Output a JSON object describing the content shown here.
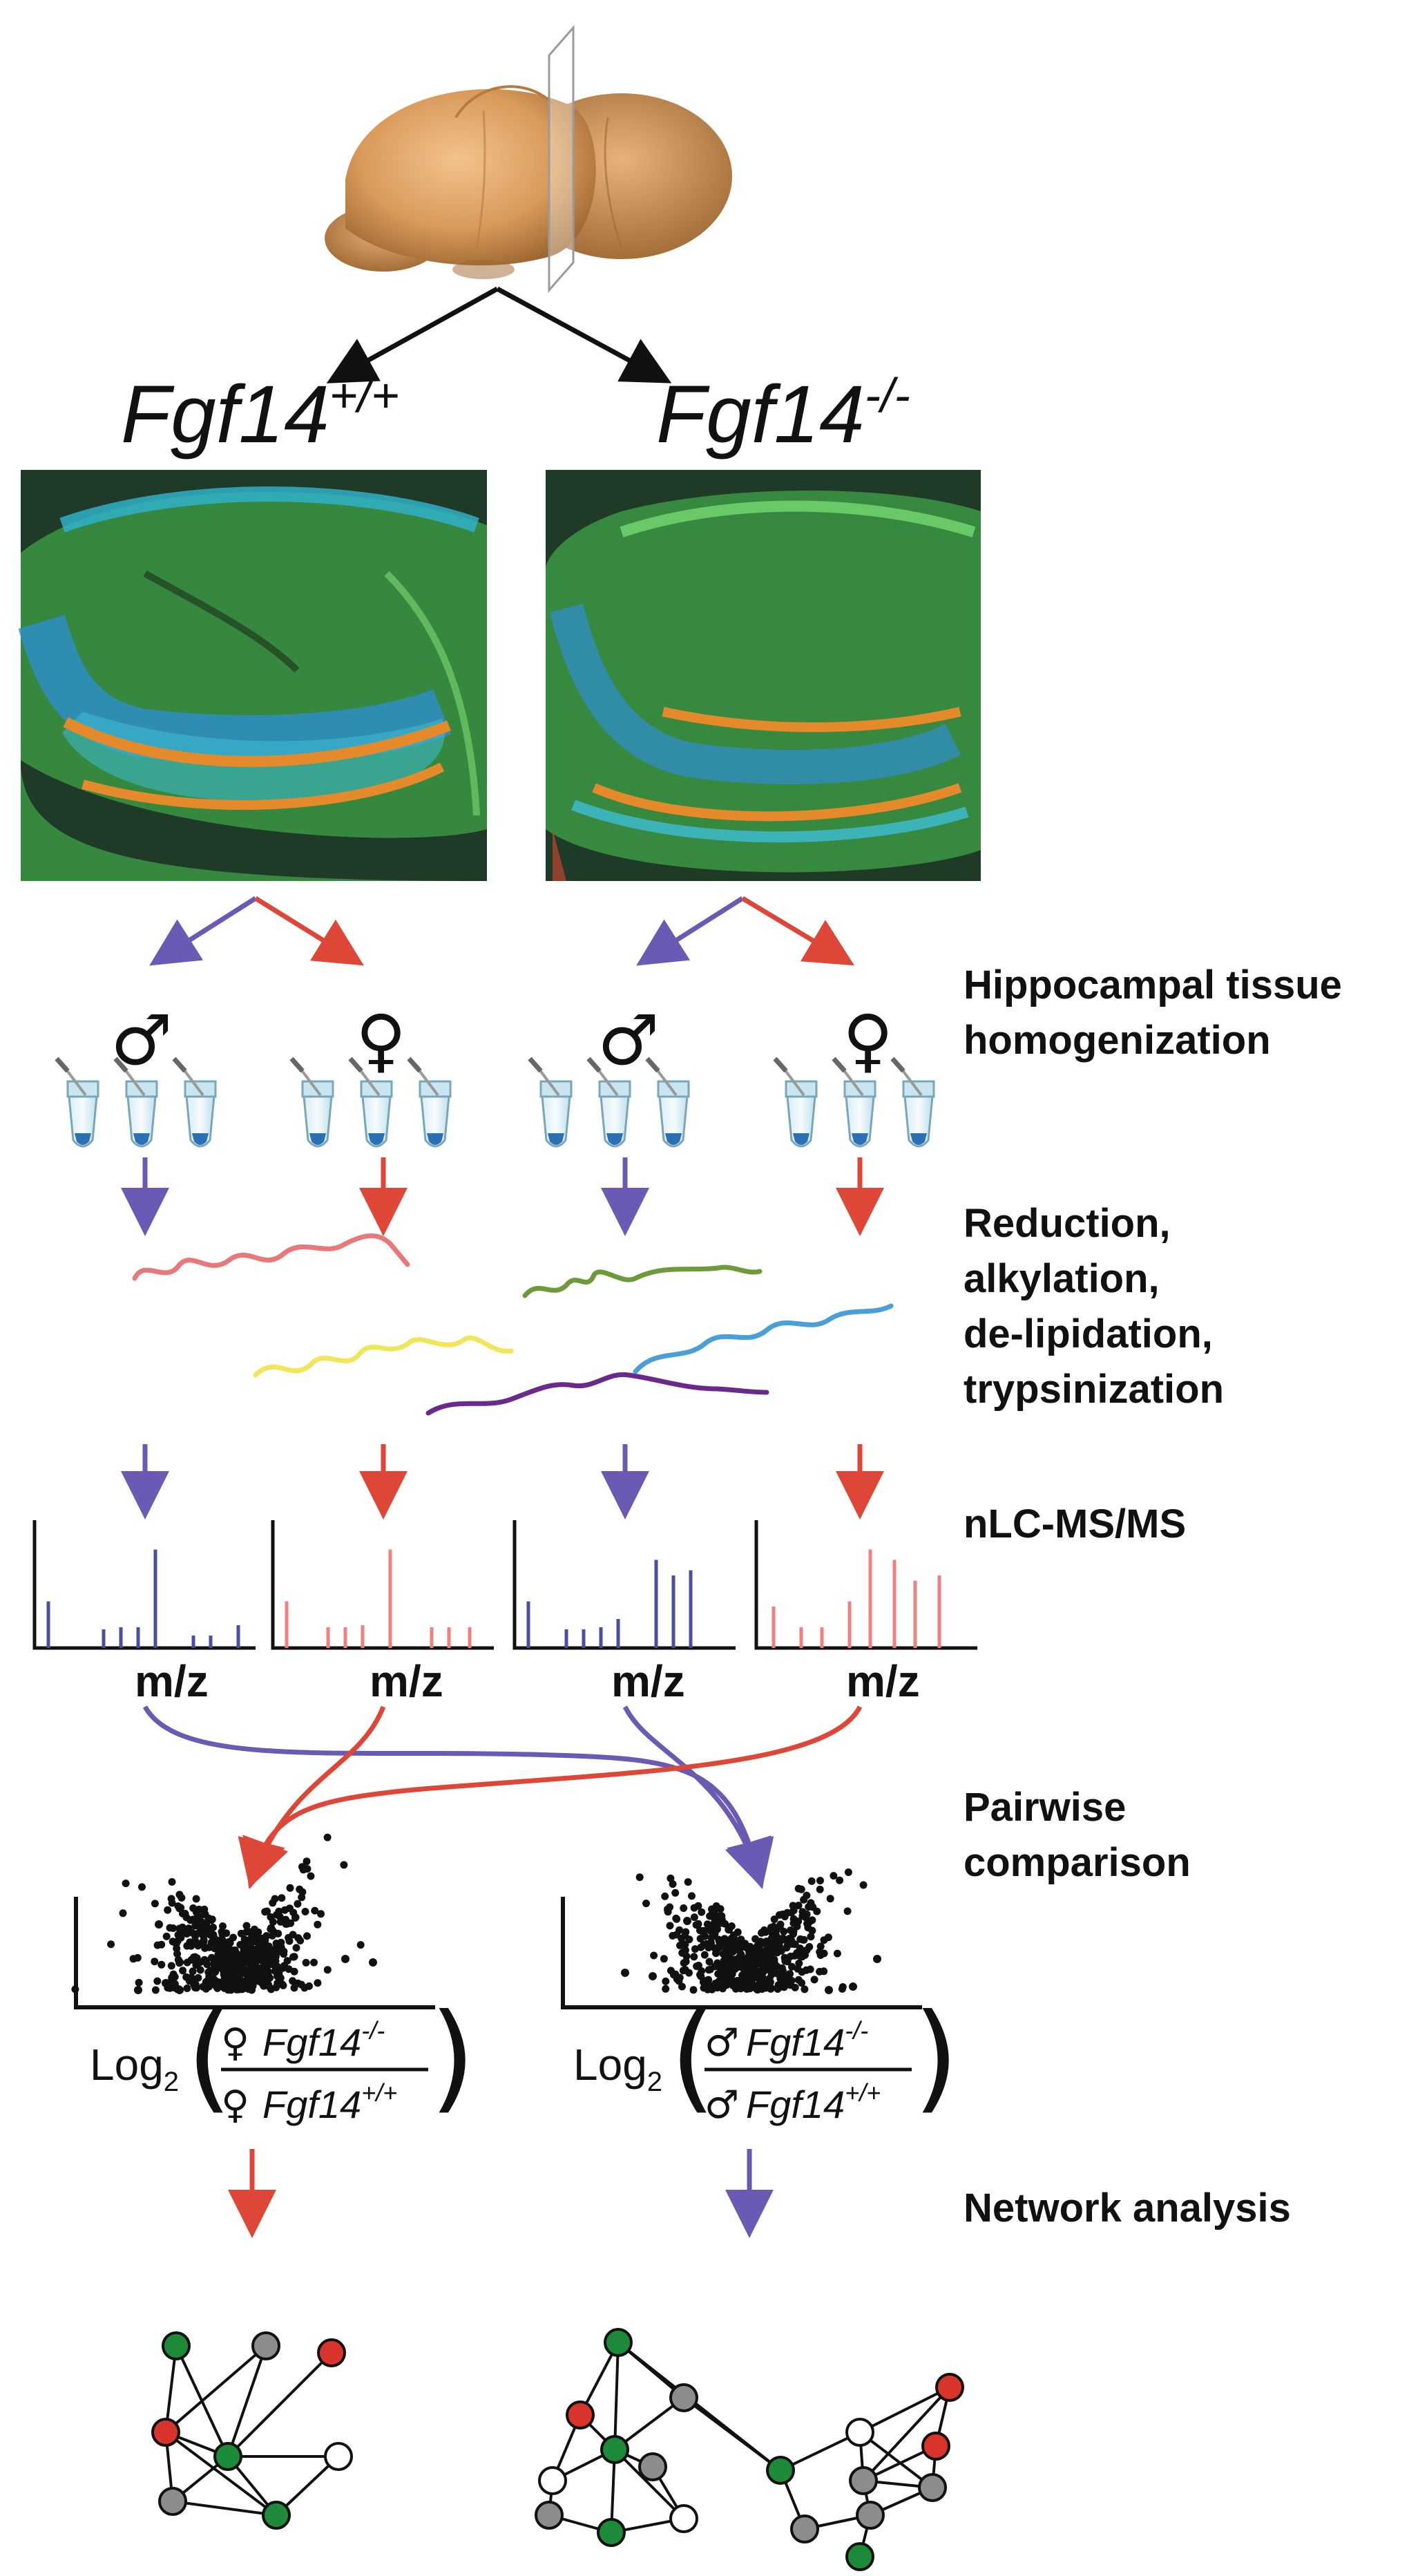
{
  "genotypes": {
    "wt": {
      "base": "Fgf14",
      "sup": "+/+"
    },
    "ko": {
      "base": "Fgf14",
      "sup": "-/-"
    }
  },
  "steps": {
    "homog_1": "Hippocampal tissue",
    "homog_2": "homogenization",
    "reduction_1": "Reduction,",
    "reduction_2": "alkylation,",
    "reduction_3": "de-lipidation,",
    "reduction_4": "trypsinization",
    "ms": "nLC-MS/MS",
    "pairwise_1": "Pairwise",
    "pairwise_2": "comparison",
    "network": "Network analysis"
  },
  "sexes": {
    "male": "♂",
    "female": "♀"
  },
  "spectra_axis_label": "m/z",
  "log_labels": {
    "prefix": "Log",
    "base": "2",
    "female": {
      "sym": "♀",
      "num_base": "Fgf14",
      "num_sup": "-/-",
      "den_base": "Fgf14",
      "den_sup": "+/+"
    },
    "male": {
      "sym": "♂",
      "num_base": "Fgf14",
      "num_sup": "-/-",
      "den_base": "Fgf14",
      "den_sup": "+/+"
    }
  },
  "colors": {
    "male": "#6a5ab3",
    "female": "#de4637",
    "spectrum_male": "#4a4fa0",
    "spectrum_female": "#f08080",
    "node_red": "#d9342b",
    "node_green": "#1d8a3a",
    "node_gray": "#8c8c8c",
    "node_white": "#ffffff",
    "peptides": [
      "#e8787a",
      "#f1e65a",
      "#6f9a3a",
      "#4aa0d6",
      "#6a2a8c"
    ]
  }
}
